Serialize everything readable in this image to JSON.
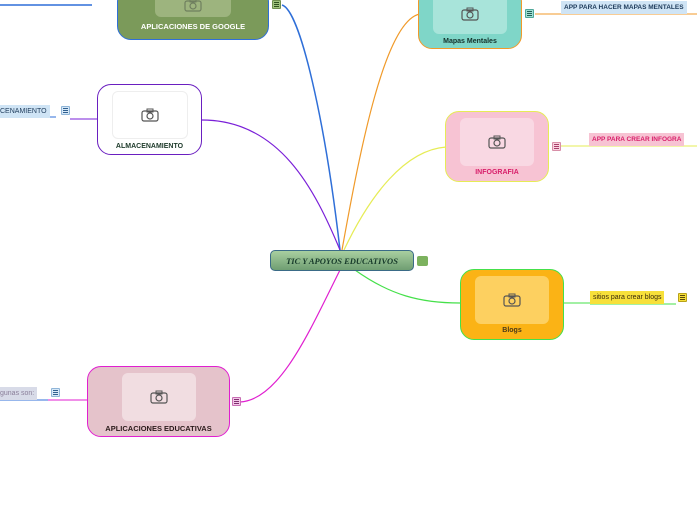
{
  "central_topic": "TIC Y APOYOS EDUCATIVOS",
  "branches": {
    "google": {
      "label": "APLICACIONES DE GOOGLE",
      "icon": "camera-icon",
      "color": "#7a9a5c"
    },
    "almacenamiento": {
      "label": "ALMACENAMIENTO",
      "icon": "camera-icon",
      "color": "#6a1fc0"
    },
    "educativas": {
      "label": "APLICACIONES EDUCATIVAS",
      "icon": "camera-icon",
      "color": "#e01fd0"
    },
    "mapas": {
      "label": "Mapas Mentales",
      "icon": "camera-icon",
      "color": "#f09a2a"
    },
    "infografia": {
      "label": "INFOGRAFIA",
      "icon": "camera-icon",
      "color": "#e6ec56"
    },
    "blogs": {
      "label": "Blogs",
      "icon": "camera-icon",
      "color": "#45e04a"
    }
  },
  "subtopics": {
    "almacenamiento": "CENAMIENTO",
    "educativas": "gunas son:",
    "mapas": "APP PARA HACER MAPAS MENTALES",
    "infografia": "APP PARA CREAR INFOGRA",
    "blogs": "sitios para crear blogs"
  }
}
